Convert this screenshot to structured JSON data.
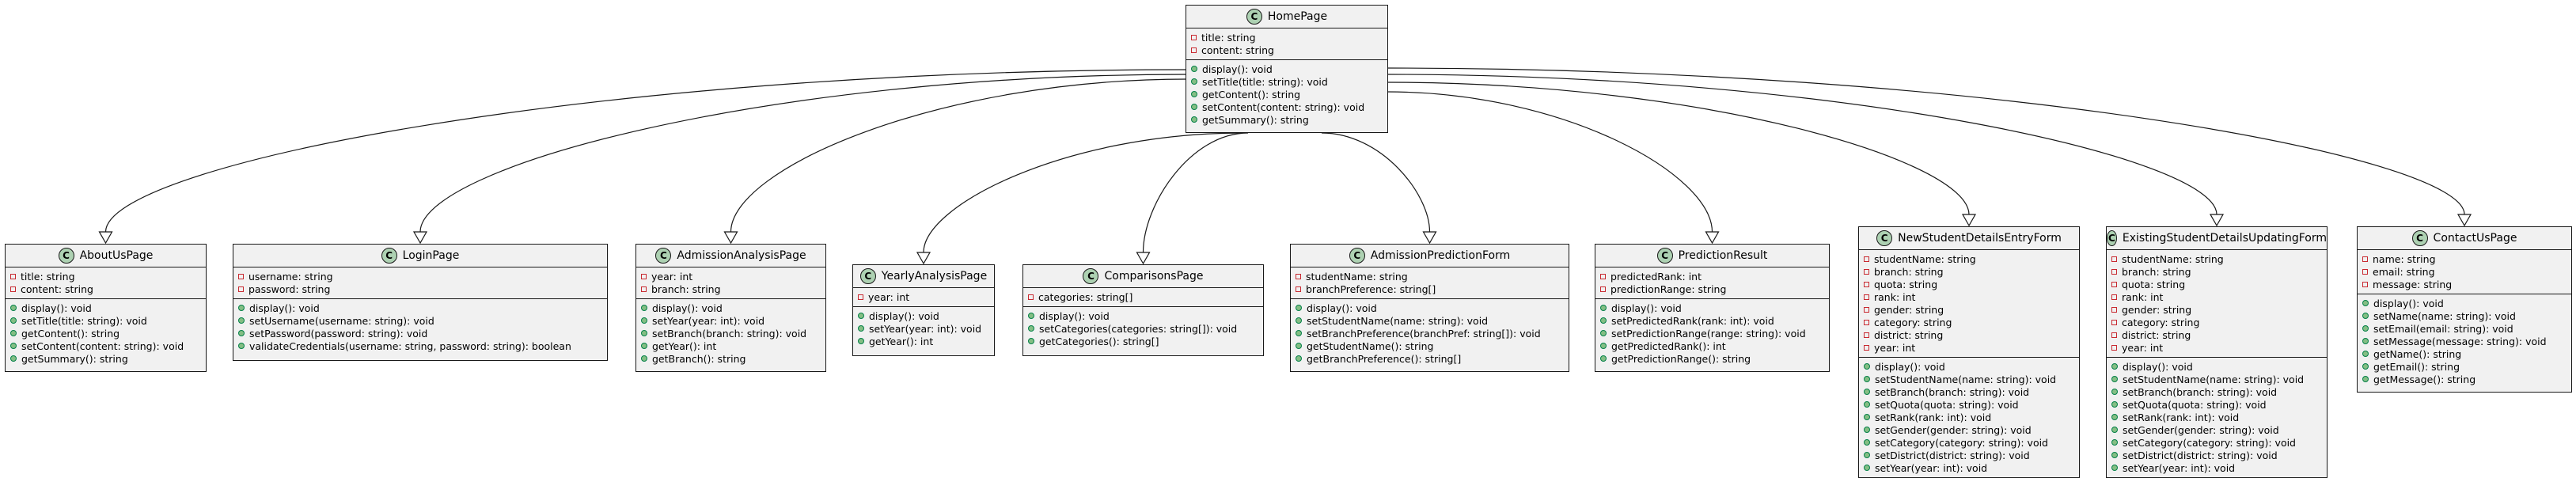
{
  "diagram": {
    "stroke_color": "#181818",
    "class_fill": "#f1f1f1",
    "badge_fill": "#add1b2",
    "private_color": "#c82930",
    "public_color": "#84be84",
    "parent": {
      "id": "homepage",
      "badge": "C",
      "name": "HomePage",
      "attributes": [
        {
          "vis": "private",
          "text": "title: string"
        },
        {
          "vis": "private",
          "text": "content: string"
        }
      ],
      "methods": [
        {
          "vis": "public",
          "text": "display(): void"
        },
        {
          "vis": "public",
          "text": "setTitle(title: string): void"
        },
        {
          "vis": "public",
          "text": "getContent(): string"
        },
        {
          "vis": "public",
          "text": "setContent(content: string): void"
        },
        {
          "vis": "public",
          "text": "getSummary(): string"
        }
      ]
    },
    "children": [
      {
        "id": "aboutus",
        "badge": "C",
        "name": "AboutUsPage",
        "attributes": [
          {
            "vis": "private",
            "text": "title: string"
          },
          {
            "vis": "private",
            "text": "content: string"
          }
        ],
        "methods": [
          {
            "vis": "public",
            "text": "display(): void"
          },
          {
            "vis": "public",
            "text": "setTitle(title: string): void"
          },
          {
            "vis": "public",
            "text": "getContent(): string"
          },
          {
            "vis": "public",
            "text": "setContent(content: string): void"
          },
          {
            "vis": "public",
            "text": "getSummary(): string"
          }
        ]
      },
      {
        "id": "login",
        "badge": "C",
        "name": "LoginPage",
        "attributes": [
          {
            "vis": "private",
            "text": "username: string"
          },
          {
            "vis": "private",
            "text": "password: string"
          }
        ],
        "methods": [
          {
            "vis": "public",
            "text": "display(): void"
          },
          {
            "vis": "public",
            "text": "setUsername(username: string): void"
          },
          {
            "vis": "public",
            "text": "setPassword(password: string): void"
          },
          {
            "vis": "public",
            "text": "validateCredentials(username: string, password: string): boolean"
          }
        ]
      },
      {
        "id": "admissionanalysis",
        "badge": "C",
        "name": "AdmissionAnalysisPage",
        "attributes": [
          {
            "vis": "private",
            "text": "year: int"
          },
          {
            "vis": "private",
            "text": "branch: string"
          }
        ],
        "methods": [
          {
            "vis": "public",
            "text": "display(): void"
          },
          {
            "vis": "public",
            "text": "setYear(year: int): void"
          },
          {
            "vis": "public",
            "text": "setBranch(branch: string): void"
          },
          {
            "vis": "public",
            "text": "getYear(): int"
          },
          {
            "vis": "public",
            "text": "getBranch(): string"
          }
        ]
      },
      {
        "id": "yearlyanalysis",
        "badge": "C",
        "name": "YearlyAnalysisPage",
        "attributes": [
          {
            "vis": "private",
            "text": "year: int"
          }
        ],
        "methods": [
          {
            "vis": "public",
            "text": "display(): void"
          },
          {
            "vis": "public",
            "text": "setYear(year: int): void"
          },
          {
            "vis": "public",
            "text": "getYear(): int"
          }
        ]
      },
      {
        "id": "comparisons",
        "badge": "C",
        "name": "ComparisonsPage",
        "attributes": [
          {
            "vis": "private",
            "text": "categories: string[]"
          }
        ],
        "methods": [
          {
            "vis": "public",
            "text": "display(): void"
          },
          {
            "vis": "public",
            "text": "setCategories(categories: string[]): void"
          },
          {
            "vis": "public",
            "text": "getCategories(): string[]"
          }
        ]
      },
      {
        "id": "admissionprediction",
        "badge": "C",
        "name": "AdmissionPredictionForm",
        "attributes": [
          {
            "vis": "private",
            "text": "studentName: string"
          },
          {
            "vis": "private",
            "text": "branchPreference: string[]"
          }
        ],
        "methods": [
          {
            "vis": "public",
            "text": "display(): void"
          },
          {
            "vis": "public",
            "text": "setStudentName(name: string): void"
          },
          {
            "vis": "public",
            "text": "setBranchPreference(branchPref: string[]): void"
          },
          {
            "vis": "public",
            "text": "getStudentName(): string"
          },
          {
            "vis": "public",
            "text": "getBranchPreference(): string[]"
          }
        ]
      },
      {
        "id": "predictionresult",
        "badge": "C",
        "name": "PredictionResult",
        "attributes": [
          {
            "vis": "private",
            "text": "predictedRank: int"
          },
          {
            "vis": "private",
            "text": "predictionRange: string"
          }
        ],
        "methods": [
          {
            "vis": "public",
            "text": "display(): void"
          },
          {
            "vis": "public",
            "text": "setPredictedRank(rank: int): void"
          },
          {
            "vis": "public",
            "text": "setPredictionRange(range: string): void"
          },
          {
            "vis": "public",
            "text": "getPredictedRank(): int"
          },
          {
            "vis": "public",
            "text": "getPredictionRange(): string"
          }
        ]
      },
      {
        "id": "newstudent",
        "badge": "C",
        "name": "NewStudentDetailsEntryForm",
        "attributes": [
          {
            "vis": "private",
            "text": "studentName: string"
          },
          {
            "vis": "private",
            "text": "branch: string"
          },
          {
            "vis": "private",
            "text": "quota: string"
          },
          {
            "vis": "private",
            "text": "rank: int"
          },
          {
            "vis": "private",
            "text": "gender: string"
          },
          {
            "vis": "private",
            "text": "category: string"
          },
          {
            "vis": "private",
            "text": "district: string"
          },
          {
            "vis": "private",
            "text": "year: int"
          }
        ],
        "methods": [
          {
            "vis": "public",
            "text": "display(): void"
          },
          {
            "vis": "public",
            "text": "setStudentName(name: string): void"
          },
          {
            "vis": "public",
            "text": "setBranch(branch: string): void"
          },
          {
            "vis": "public",
            "text": "setQuota(quota: string): void"
          },
          {
            "vis": "public",
            "text": "setRank(rank: int): void"
          },
          {
            "vis": "public",
            "text": "setGender(gender: string): void"
          },
          {
            "vis": "public",
            "text": "setCategory(category: string): void"
          },
          {
            "vis": "public",
            "text": "setDistrict(district: string): void"
          },
          {
            "vis": "public",
            "text": "setYear(year: int): void"
          }
        ]
      },
      {
        "id": "existingstudent",
        "badge": "C",
        "name": "ExistingStudentDetailsUpdatingForm",
        "attributes": [
          {
            "vis": "private",
            "text": "studentName: string"
          },
          {
            "vis": "private",
            "text": "branch: string"
          },
          {
            "vis": "private",
            "text": "quota: string"
          },
          {
            "vis": "private",
            "text": "rank: int"
          },
          {
            "vis": "private",
            "text": "gender: string"
          },
          {
            "vis": "private",
            "text": "category: string"
          },
          {
            "vis": "private",
            "text": "district: string"
          },
          {
            "vis": "private",
            "text": "year: int"
          }
        ],
        "methods": [
          {
            "vis": "public",
            "text": "display(): void"
          },
          {
            "vis": "public",
            "text": "setStudentName(name: string): void"
          },
          {
            "vis": "public",
            "text": "setBranch(branch: string): void"
          },
          {
            "vis": "public",
            "text": "setQuota(quota: string): void"
          },
          {
            "vis": "public",
            "text": "setRank(rank: int): void"
          },
          {
            "vis": "public",
            "text": "setGender(gender: string): void"
          },
          {
            "vis": "public",
            "text": "setCategory(category: string): void"
          },
          {
            "vis": "public",
            "text": "setDistrict(district: string): void"
          },
          {
            "vis": "public",
            "text": "setYear(year: int): void"
          }
        ]
      },
      {
        "id": "contactus",
        "badge": "C",
        "name": "ContactUsPage",
        "attributes": [
          {
            "vis": "private",
            "text": "name: string"
          },
          {
            "vis": "private",
            "text": "email: string"
          },
          {
            "vis": "private",
            "text": "message: string"
          }
        ],
        "methods": [
          {
            "vis": "public",
            "text": "display(): void"
          },
          {
            "vis": "public",
            "text": "setName(name: string): void"
          },
          {
            "vis": "public",
            "text": "setEmail(email: string): void"
          },
          {
            "vis": "public",
            "text": "setMessage(message: string): void"
          },
          {
            "vis": "public",
            "text": "getName(): string"
          },
          {
            "vis": "public",
            "text": "getEmail(): string"
          },
          {
            "vis": "public",
            "text": "getMessage(): string"
          }
        ]
      }
    ]
  }
}
